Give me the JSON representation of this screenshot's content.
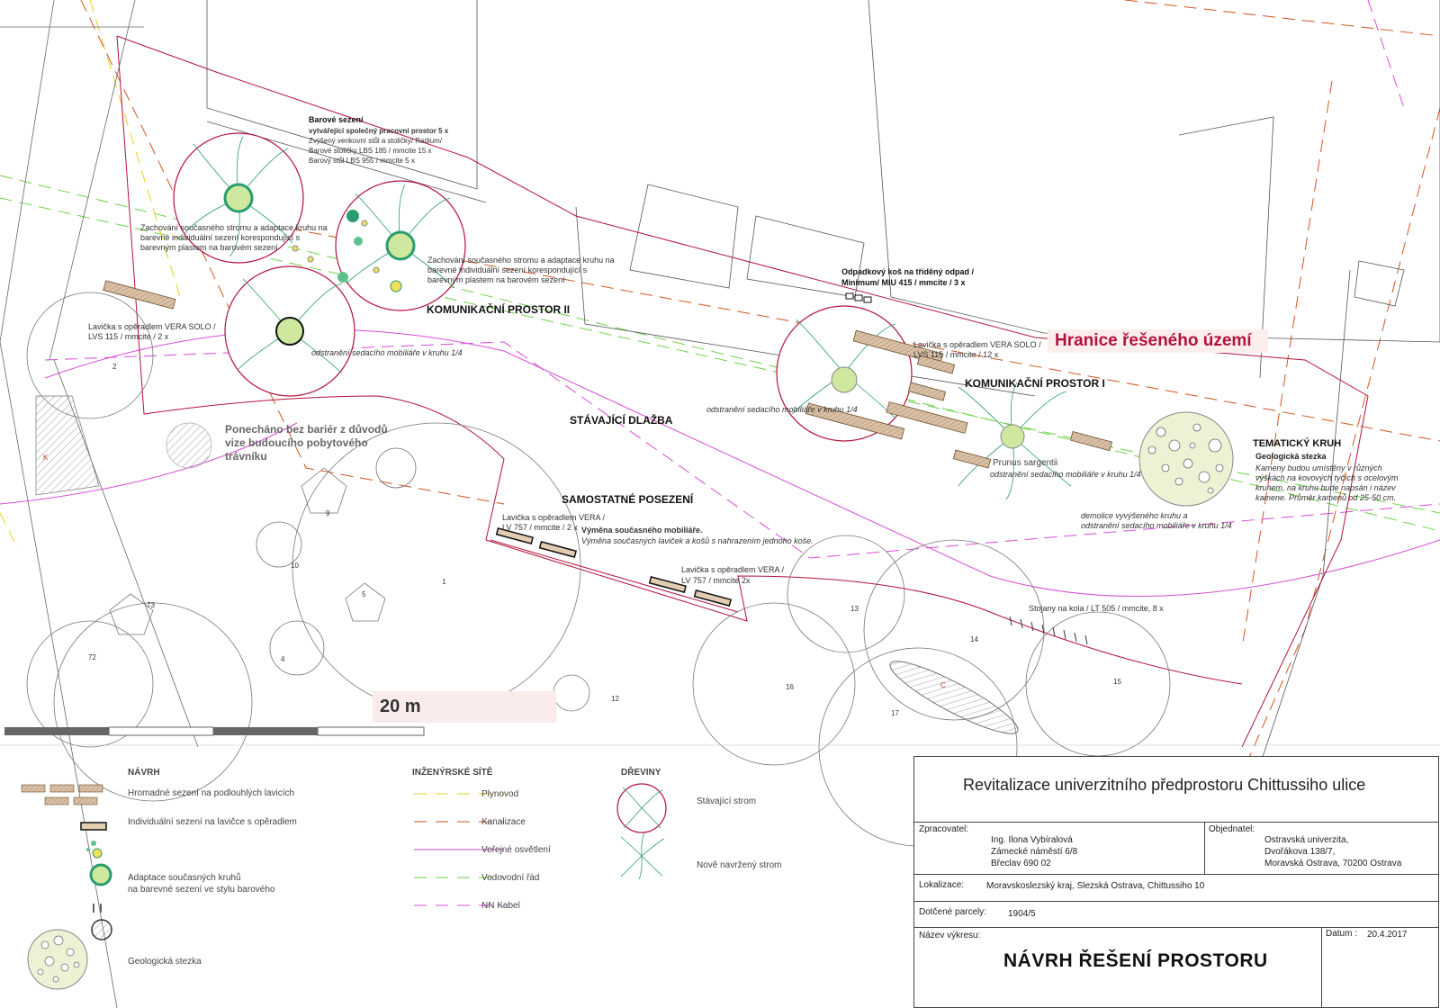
{
  "plan": {
    "labels": {
      "bar_seating_title": "Barové sezení",
      "bar_seating_line1": "vytvářející společný pracovní prostor 5 x",
      "bar_seating_line2": "Zvýšený venkovní stůl a stoličky/  Radium/",
      "bar_seating_line3": "Barové stoličky LBS 185 / mmcite 15 x",
      "bar_seating_line4": "Barový stůl LBS 955 / mmcite 5 x",
      "keep_tree_left_1": "Zachování současného stromu a adaptace kruhu na",
      "keep_tree_left_2": "barevné individuální sezení korespondující s",
      "keep_tree_left_3": "barevným plastem na barovém sezení",
      "keep_tree_mid_1": "Zachování současného stromu a adaptace kruhu na",
      "keep_tree_mid_2": "barevné individuální sezení korespondující s",
      "keep_tree_mid_3": "barevným plastem na barovém sezení",
      "bin_1": "Odpadkový koš na tříděný odpad /",
      "bin_2": "Minimum/ MIU 415 / mmcite / 3 x",
      "komunikacni_2": "KOMUNIKAČNÍ PROSTOR II",
      "komunikacni_1": "KOMUNIKAČNÍ PROSTOR I",
      "bench_solo_1": "Lavička s opěradlem  VERA SOLO /",
      "bench_solo_2": "LVS 115 / mmcite  / 2 x",
      "bench_12_1": "Lavička s opěradlem  VERA SOLO /",
      "bench_12_2": "LVS 115 / mmcite  / 12 x",
      "remove_1": "odstranění sedacího mobiliáře v kruhu 1/4",
      "remove_2": "odstranění sedacího mobiliáře v kruhu 1/4",
      "remove_3": "odstranění sedacího mobiliáře v kruhu 1/4",
      "stavajici_dlazba": "STÁVAJÍCÍ DLAŽBA",
      "boundary": "Hranice řešeného území",
      "left_note_1": "Ponecháno bez bariér  z důvodů",
      "left_note_2": "vize budoucího pobytového",
      "left_note_3": "trávníku",
      "prunus": "Prunus sargentii",
      "tematicky": "TEMATICKÝ KRUH",
      "geo_title": "Geologická stezka",
      "geo_1": "Kameny budou umístěny v různých",
      "geo_2": "výškách na kovových tyčích s ocelovým",
      "geo_3": "kruhem, na kruhu bude napsán i název",
      "geo_4": "kamene. Průměr kamenů od 25-50 cm.",
      "demolice_1": "demolice vyvýšeného kruhu a",
      "demolice_2": "odstranění sedacího mobiliáře v kruhu 1/4",
      "samostatne": "SAMOSTATNÉ POSEZENÍ",
      "bench_vera_a1": "Lavička s opěradlem  VERA /",
      "bench_vera_a2": "LV 757 / mmcite  / 2 x",
      "vymena_1": "Výměna současného mobiliáře.",
      "vymena_2": "Výměna současných laviček a košů s nahrazením jednoho  koše.",
      "bench_vera_b1": "Lavička s opěradlem  VERA /",
      "bench_vera_b2": "LV 757 / mmcite  2x",
      "stojany": "Stojany na kola / LT 505 / mmcite, 8 x",
      "scale": "20 m"
    },
    "tree_numbers": [
      "2",
      "9",
      "10",
      "1",
      "5",
      "73",
      "72",
      "4",
      "12",
      "13",
      "14",
      "15",
      "16",
      "17"
    ],
    "tree_letters": [
      "K",
      "C"
    ]
  },
  "legend": {
    "navrh": {
      "title": "NÁVRH",
      "items": [
        "Hromadné sezení na podlouhlých lavicích",
        "Individuální sezení na lavičce s opěradlem",
        "Adaptace současných kruhů",
        "na barevné sezení ve stylu barového",
        "Geologická stezka"
      ]
    },
    "site": {
      "title": "INŽENÝRSKÉ SÍTĚ",
      "items": [
        "Plynovod",
        "Kanalizace",
        "Veřejné osvětlení",
        "Vodovodní řád",
        "NN Kabel"
      ],
      "colors": [
        "#e6d21e",
        "#d2541e",
        "#d84cd8",
        "#6ed24a",
        "#d84cd8"
      ]
    },
    "trees": {
      "title": "DŘEVINY",
      "items": [
        "Stávající strom",
        "Nově navržený strom"
      ]
    }
  },
  "title_block": {
    "project": "Revitalizace univerzitního předprostoru Chittussiho ulice",
    "zpracovatel_label": "Zpracovatel:",
    "zpracovatel_1": "Ing. Ilona Vybíralová",
    "zpracovatel_2": "Zámecké náměstí 6/8",
    "zpracovatel_3": "Břeclav  690 02",
    "objednatel_label": "Objednatel:",
    "objednatel_1": "Ostravská univerzita,",
    "objednatel_2": "Dvořákova 138/7,",
    "objednatel_3": "Moravská Ostrava, 70200 Ostrava",
    "lokalizace_label": "Lokalizace:",
    "lokalizace": "Moravskoslezský kraj, Slezská Ostrava, Chittussiho 10",
    "parcely_label": "Dotčené parcely:",
    "parcely": "1904/5",
    "nazev_label": "Název výkresu:",
    "nazev": "NÁVRH  ŘEŠENÍ PROSTORU",
    "datum_label": "Datum :",
    "datum": "20.4.2017"
  },
  "colors": {
    "accent": "#b3123b",
    "tree": "#2a9d6e",
    "bench": "#c9a98a",
    "gas": "#e6d21e",
    "sewer": "#d2541e",
    "light": "#d84cd8",
    "water": "#6ed24a"
  }
}
